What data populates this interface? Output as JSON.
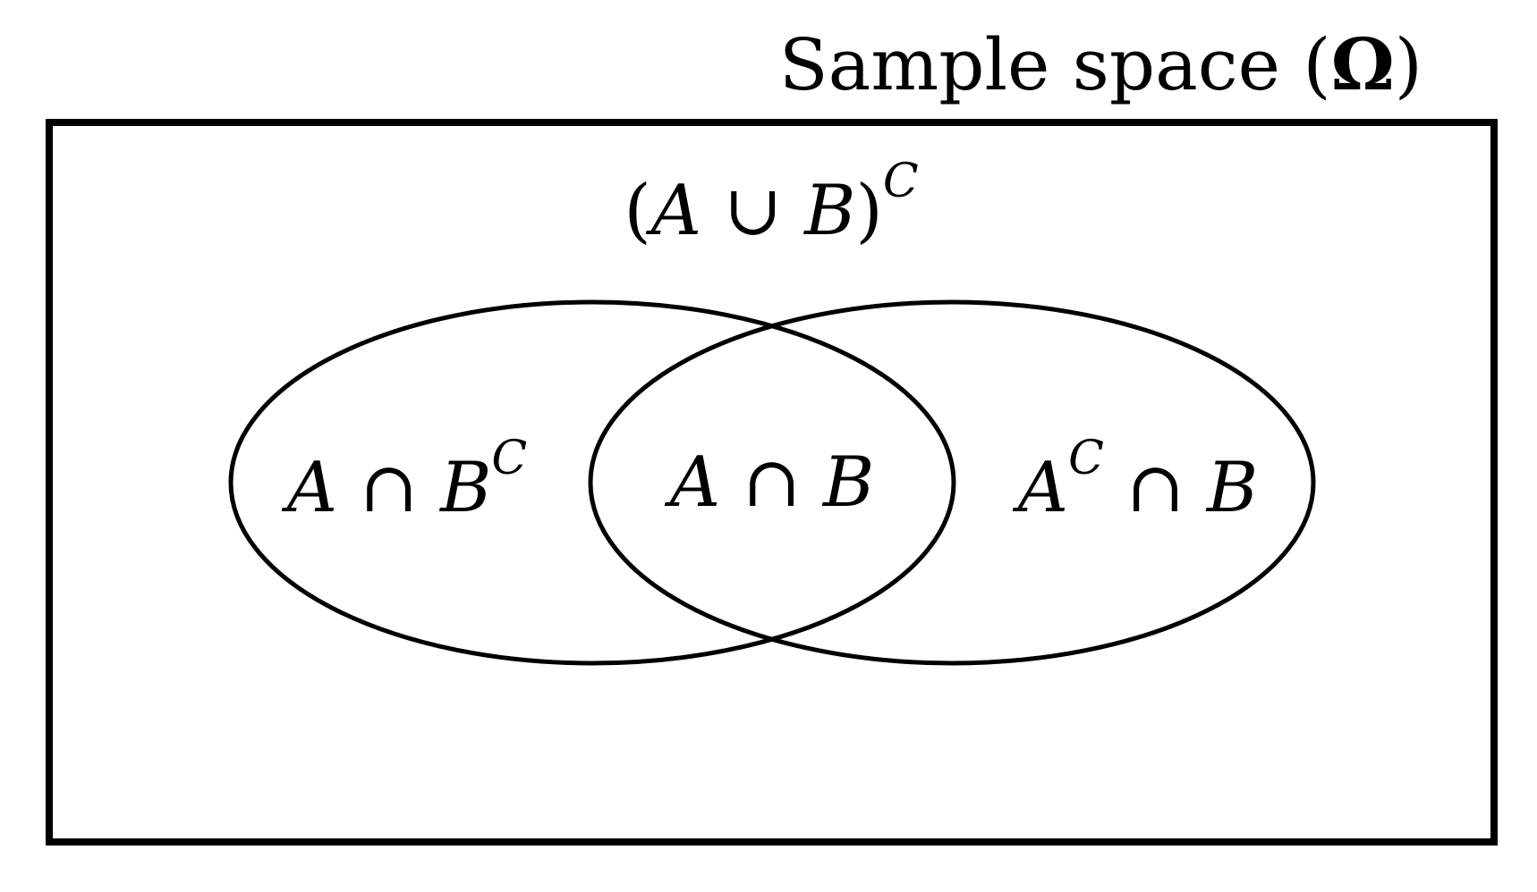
{
  "title": {
    "prefix": "Sample space (",
    "omega": "Ω",
    "suffix": ")"
  },
  "regions": {
    "complement_union": {
      "open": "(",
      "a": "A",
      "cup": " ∪ ",
      "b": "B",
      "close": ")",
      "sup": "C"
    },
    "a_only": {
      "a": "A",
      "cap": " ∩ ",
      "b": "B",
      "sup": "C"
    },
    "intersection": {
      "a": "A",
      "cap": " ∩ ",
      "b": "B"
    },
    "b_only": {
      "a": "A",
      "sup": "C",
      "cap": " ∩ ",
      "b": "B"
    }
  },
  "colors": {
    "stroke": "#000000",
    "background": "#ffffff"
  }
}
